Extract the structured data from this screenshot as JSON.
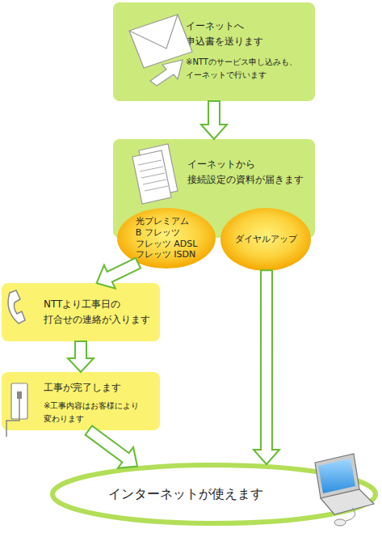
{
  "diagram": {
    "nodes": [
      {
        "text": [
          "イーネットへ 申込書を送ります",
          "※NTTのサービス申し込みも、 イーネットで行います"
        ]
      },
      {
        "text": [
          "イーネットから 接続設定の資料が届きます"
        ]
      },
      {
        "text": [
          "光プレミアム",
          "B フレッツ",
          "フレッツ ADSL",
          "フレッツ ISDN"
        ]
      },
      {
        "text": [
          "ダイヤルアップ"
        ]
      },
      {
        "text": [
          "NTTより工事日の 打合せの連絡が入ります"
        ]
      },
      {
        "text": [
          "工事が完了します",
          "※工事内容はお客様により 変わります"
        ]
      },
      {
        "text": [
          "インターネットが使えます"
        ]
      }
    ],
    "edges": [
      {
        "from": 0,
        "to": 1,
        "arrow": "to"
      },
      {
        "from": 2,
        "to": 4,
        "arrow": "to"
      },
      {
        "from": 4,
        "to": 5,
        "arrow": "to"
      },
      {
        "from": 5,
        "to": 6,
        "arrow": "to"
      },
      {
        "from": 3,
        "to": 6,
        "arrow": "to"
      }
    ]
  }
}
